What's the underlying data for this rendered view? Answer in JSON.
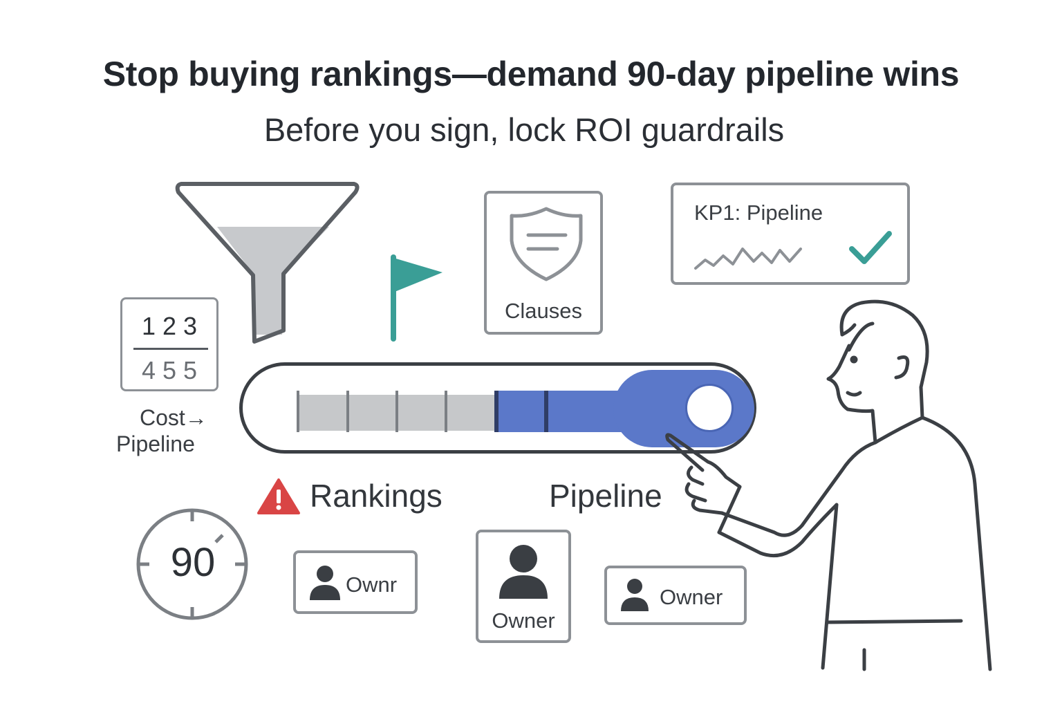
{
  "header": {
    "title": "Stop buying rankings—demand 90-day pipeline wins",
    "subtitle": "Before you sign, lock ROI guardrails"
  },
  "cost_card": {
    "top_numbers": "1 2 3",
    "bottom_numbers": "4 5 5",
    "label_line1": "Cost→",
    "label_line2": "Pipeline"
  },
  "clauses_card": {
    "label": "Clauses",
    "icon": "shield-icon"
  },
  "kpi_card": {
    "label": "KP1: Pipeline",
    "icons": [
      "trend-line-icon",
      "checkmark-icon"
    ]
  },
  "slider": {
    "left_label": "Rankings",
    "right_label": "Pipeline",
    "value": 0.92,
    "warning_icon": "warning-triangle-icon"
  },
  "timer": {
    "value": "90"
  },
  "owner_cards": [
    {
      "label": "Ownr"
    },
    {
      "label": "Owner"
    },
    {
      "label": "Owner"
    }
  ],
  "colors": {
    "accent_blue": "#5b78c9",
    "teal": "#3a9e96",
    "warning_red": "#d94545",
    "outline_gray": "#8d9196",
    "dark_line": "#3b3f44"
  }
}
